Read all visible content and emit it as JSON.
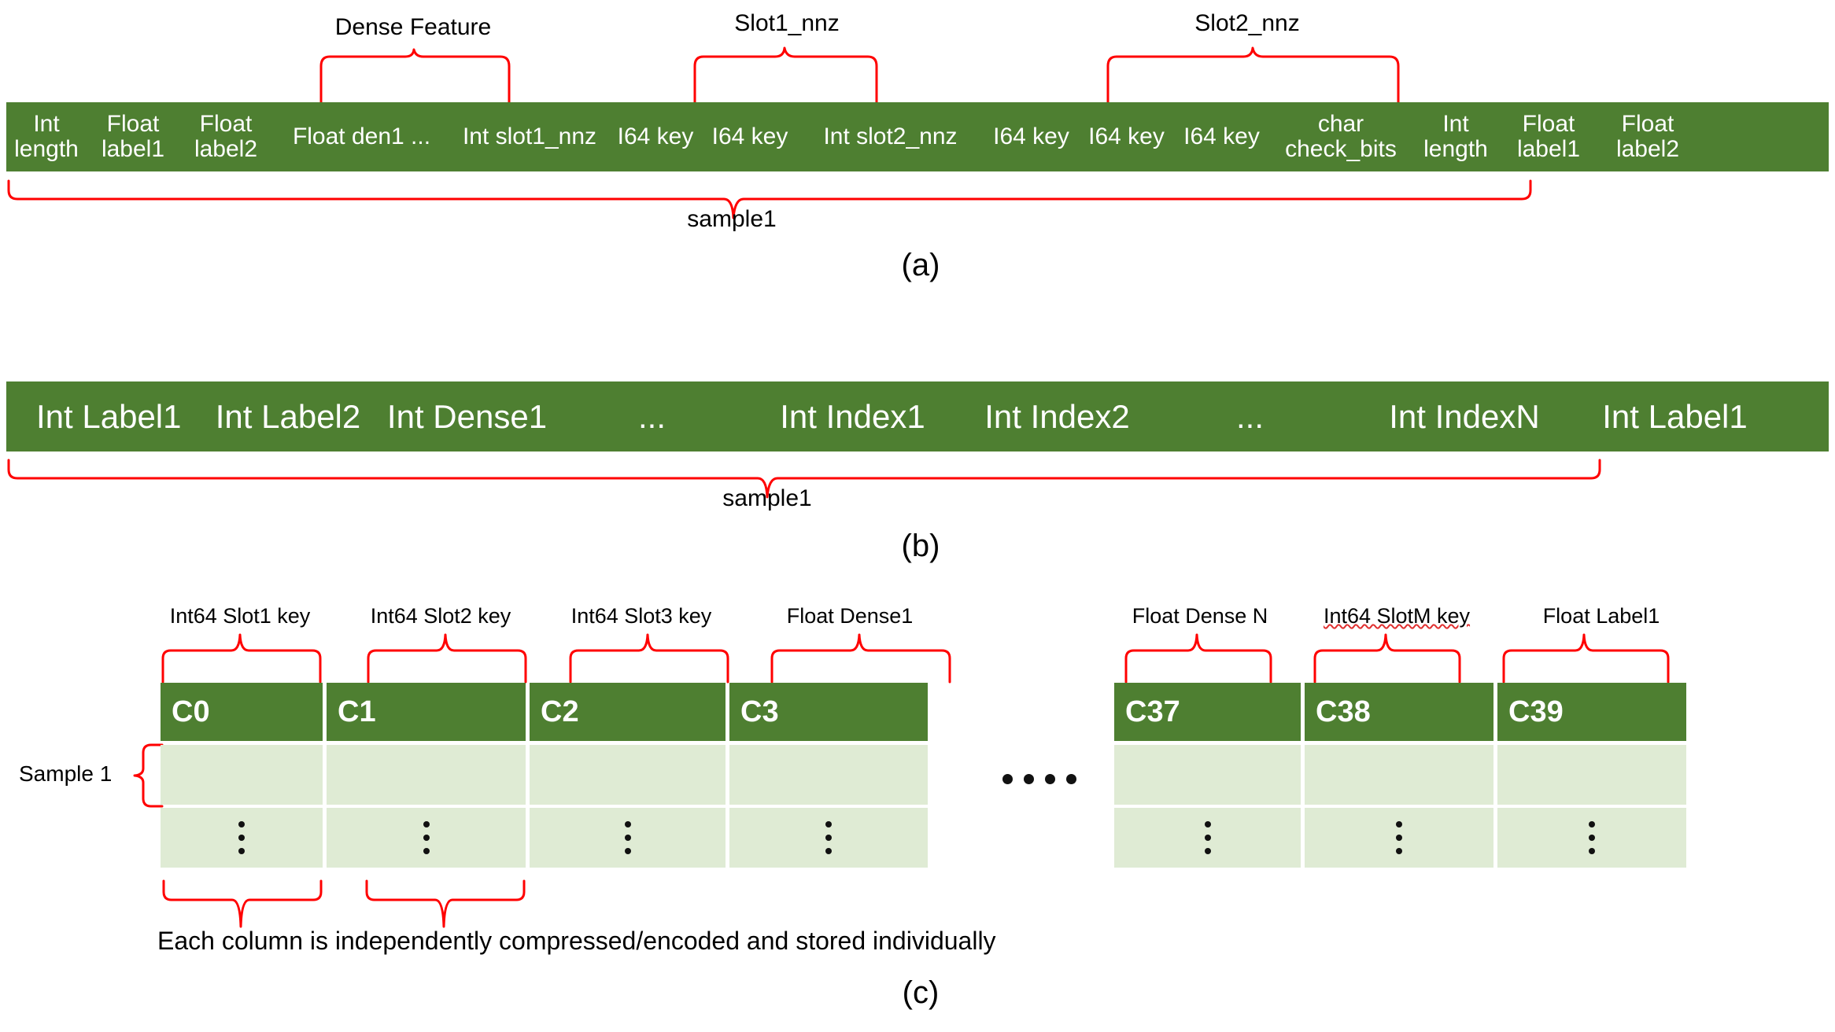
{
  "colors": {
    "green": "#4E7F31",
    "light_green": "#DFEBD4",
    "brace_red": "#FF0000",
    "text_dark": "#000000",
    "text_light": "#FFFFFF"
  },
  "panel_a": {
    "letter": "(a)",
    "segments": [
      {
        "label": "Int\nlength"
      },
      {
        "label": "Float\nlabel1"
      },
      {
        "label": "Float\nlabel2"
      },
      {
        "label": "Float den1 ..."
      },
      {
        "label": "Int slot1_nnz"
      },
      {
        "label": "I64 key"
      },
      {
        "label": "I64 key"
      },
      {
        "label": "Int slot2_nnz"
      },
      {
        "label": "I64 key"
      },
      {
        "label": "I64 key"
      },
      {
        "label": "I64 key"
      },
      {
        "label": "char\ncheck_bits"
      },
      {
        "label": "Int\nlength"
      },
      {
        "label": "Float\nlabel1"
      },
      {
        "label": "Float\nlabel2"
      }
    ],
    "brace_labels": [
      {
        "text": "Dense Feature"
      },
      {
        "text": "Slot1_nnz"
      },
      {
        "text": "Slot2_nnz"
      }
    ],
    "sample_label": "sample1"
  },
  "panel_b": {
    "letter": "(b)",
    "segments": [
      {
        "label": "Int Label1"
      },
      {
        "label": "Int Label2"
      },
      {
        "label": "Int Dense1"
      },
      {
        "label": "..."
      },
      {
        "label": "Int Index1"
      },
      {
        "label": "Int Index2"
      },
      {
        "label": "..."
      },
      {
        "label": "Int IndexN"
      },
      {
        "label": "Int Label1"
      }
    ],
    "sample_label": "sample1"
  },
  "panel_c": {
    "letter": "(c)",
    "row_label": "Sample 1",
    "footer_note": "Each column is independently compressed/encoded and stored individually",
    "ellipsis_between_groups": "....",
    "group_left": {
      "columns": [
        {
          "header": "C0",
          "top_label": "Int64 Slot1 key"
        },
        {
          "header": "C1",
          "top_label": "Int64 Slot2 key"
        },
        {
          "header": "C2",
          "top_label": "Int64 Slot3 key"
        },
        {
          "header": "C3",
          "top_label": "Float Dense1"
        }
      ]
    },
    "group_right": {
      "columns": [
        {
          "header": "C37",
          "top_label": "Float Dense N"
        },
        {
          "header": "C38",
          "top_label": "Int64 SlotM key"
        },
        {
          "header": "C39",
          "top_label": "Float Label1"
        }
      ]
    },
    "body_rows": [
      {
        "cells": [
          "",
          "",
          "",
          ""
        ],
        "right_cells": [
          "",
          "",
          ""
        ]
      },
      {
        "cells": [
          "vdots",
          "vdots",
          "vdots",
          "vdots"
        ],
        "right_cells": [
          "vdots",
          "vdots",
          "vdots"
        ]
      }
    ]
  }
}
